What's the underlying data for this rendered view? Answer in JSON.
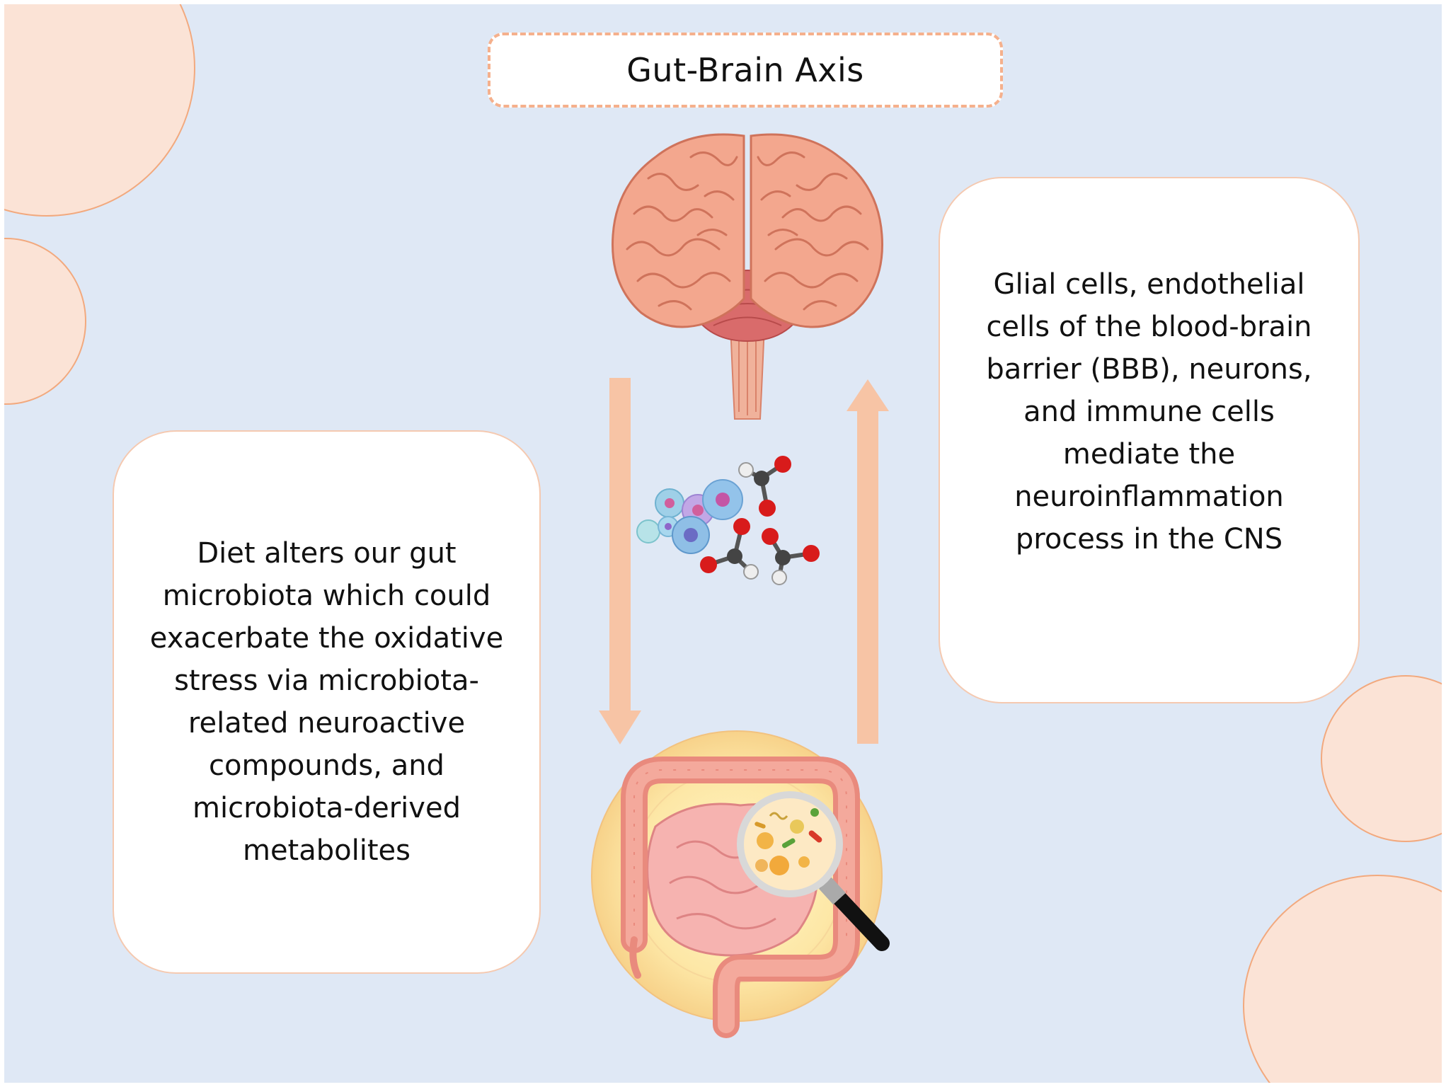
{
  "title": "Gut-Brain Axis",
  "left_card": {
    "text": "Diet alters our gut\nmicrobiota which could\nexacerbate the oxidative\nstress via microbiota-\nrelated neuroactive\ncompounds, and\nmicrobiota-derived\nmetabolites"
  },
  "right_card": {
    "text": "Glial cells, endothelial\ncells of the blood-brain\nbarrier (BBB), neurons,\nand immune cells\nmediate the\nneuroinflammation\nprocess in the CNS"
  },
  "icons": {
    "brain": "brain-icon",
    "molecules": "molecules-icon",
    "intestine": "intestine-icon",
    "magnifier": "magnifier-icon"
  },
  "colors": {
    "background": "#dfe8f5",
    "accent_orange": "#f5c0a0",
    "circle_fill": "#fbe3d6",
    "circle_stroke": "#f2a97e"
  }
}
